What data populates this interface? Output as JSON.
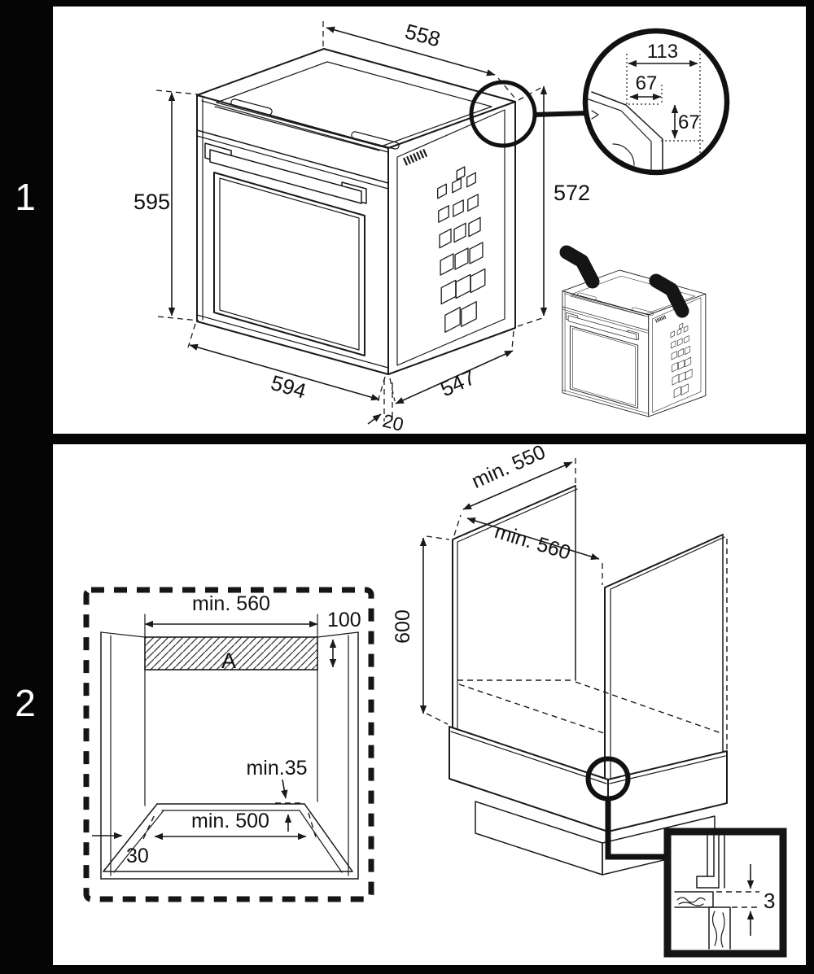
{
  "page": {
    "background": "#050505",
    "panel_background": "#ffffff",
    "line_color": "#1a1a1a"
  },
  "panel1": {
    "step_label": "1",
    "oven_dimensions": {
      "top_width": "558",
      "front_height": "595",
      "rear_height": "572",
      "bottom_width": "594",
      "side_depth": "547",
      "front_overhang": "20"
    },
    "corner_detail": {
      "total_width": "113",
      "inner_width": "67",
      "inner_height": "67"
    }
  },
  "panel2": {
    "step_label": "2",
    "cabinet_cutout": {
      "opening_width": "min. 560",
      "top_recess_depth": "100",
      "recess_zone_label": "A",
      "rear_clearance": "min.35",
      "base_opening_width": "min. 500",
      "side_clearance": "30"
    },
    "installation_niche": {
      "min_depth": "min. 550",
      "min_width": "min. 560",
      "height": "600",
      "rear_vent_gap": "3"
    }
  }
}
